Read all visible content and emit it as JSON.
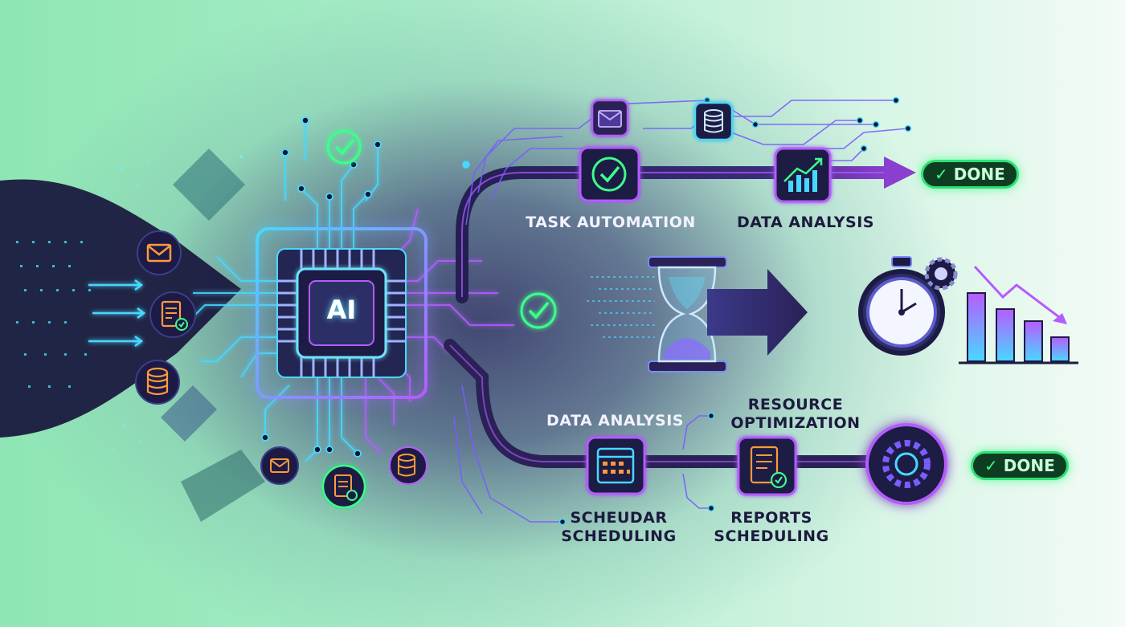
{
  "chip": {
    "label": "AI"
  },
  "labels": {
    "task_automation": "TASK AUTOMATION",
    "data_analysis_top": "DATA ANALYSIS",
    "data_analysis_bottom": "DATA ANALYSIS",
    "resource_optimization_1": "RESOURCE",
    "resource_optimization_2": "OPTIMIZATION",
    "scheduling_1_line1": "SCHEUDAR",
    "scheduling_1_line2": "SCHEDULING",
    "scheduling_2_line1": "REPORTS",
    "scheduling_2_line2": "SCHEDULING"
  },
  "badges": {
    "done_top": "DONE",
    "done_bottom": "DONE"
  },
  "colors": {
    "cyan": "#48d8ff",
    "purple": "#a65cff",
    "green": "#3dff8a",
    "dark": "#1d1a45",
    "orange": "#ff9a3c"
  },
  "icons": [
    "envelope-icon",
    "document-check-icon",
    "database-icon",
    "ai-chip-icon",
    "check-icon",
    "chart-up-icon",
    "hourglass-icon",
    "arrow-right-icon",
    "stopwatch-icon",
    "gear-icon",
    "bar-chart-down-icon",
    "calendar-icon",
    "report-icon",
    "gear-circle-icon"
  ]
}
